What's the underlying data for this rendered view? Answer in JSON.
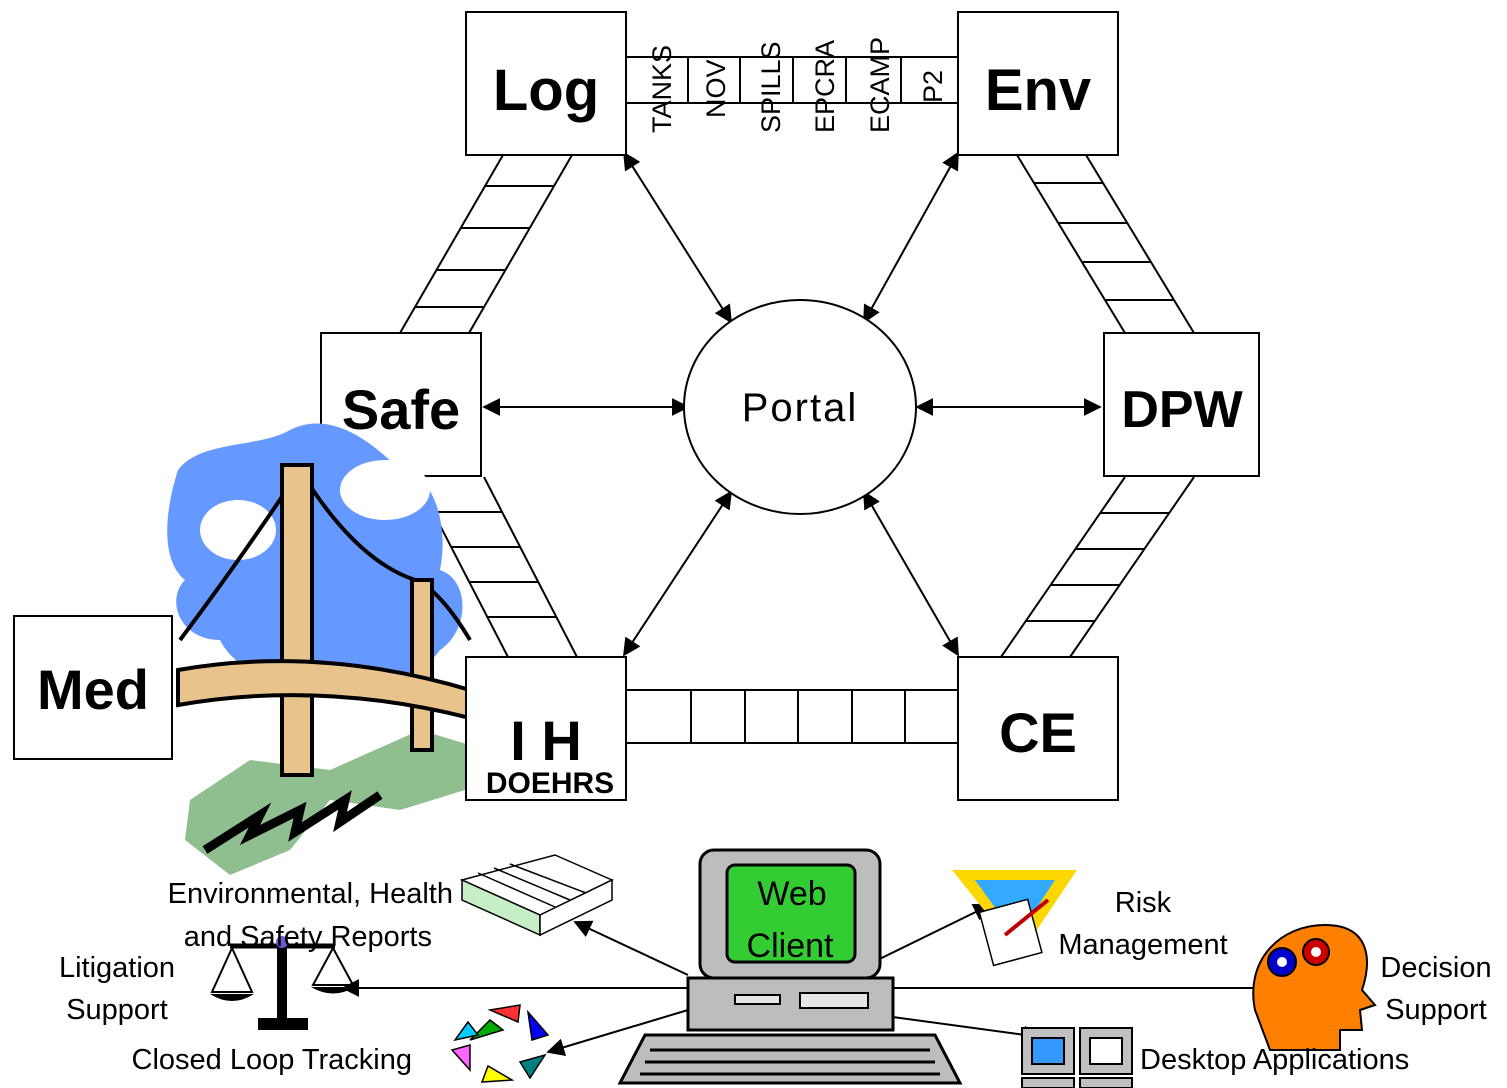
{
  "nodes": {
    "log": "Log",
    "env": "Env",
    "safe": "Safe",
    "dpw": "DPW",
    "med": "Med",
    "ih": "I H",
    "ih_sub": "DOEHRS",
    "ce": "CE",
    "portal": "Portal"
  },
  "ladder_labels": [
    "TANKS",
    "NOV",
    "SPILLS",
    "EPCRA",
    "ECAMP",
    "P2"
  ],
  "client": {
    "screen_line1": "Web",
    "screen_line2": "Client"
  },
  "outputs": {
    "ehs_reports_line1": "Environmental, Health",
    "ehs_reports_line2": "and Safety Reports",
    "risk_line1": "Risk",
    "risk_line2": "Management",
    "litigation_line1": "Litigation",
    "litigation_line2": "Support",
    "decision_line1": "Decision",
    "decision_line2": "Support",
    "closed_loop": "Closed Loop Tracking",
    "desktop_apps": "Desktop Applications"
  },
  "colors": {
    "sky": "#6699ff",
    "bridge": "#e8c48c",
    "grass": "#8fbf8f",
    "screen": "#33cc33",
    "head": "#ff7f00",
    "risk_tri": "#ffd700"
  }
}
